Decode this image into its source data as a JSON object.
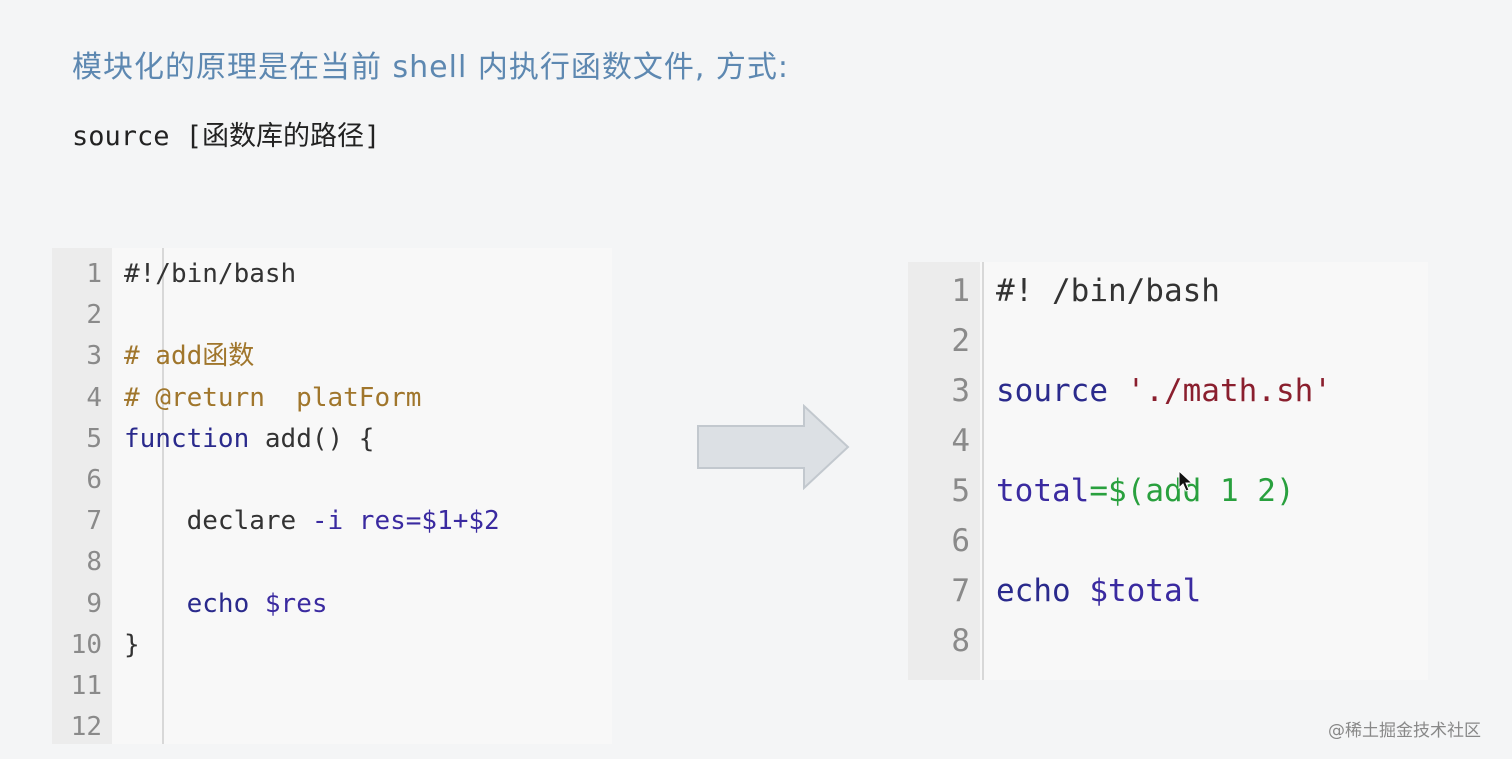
{
  "heading": "模块化的原理是在当前 shell 内执行函数文件, 方式:",
  "subheading": "source [函数库的路径]",
  "left_editor": {
    "lines": [
      {
        "num": "1",
        "segments": [
          {
            "text": "#!/bin/bash",
            "kind": "default"
          }
        ]
      },
      {
        "num": "2",
        "segments": []
      },
      {
        "num": "3",
        "segments": [
          {
            "text": "# add函数",
            "kind": "comment"
          }
        ]
      },
      {
        "num": "4",
        "segments": [
          {
            "text": "# @return  platForm",
            "kind": "comment"
          }
        ]
      },
      {
        "num": "5",
        "segments": [
          {
            "text": "function",
            "kind": "keyword"
          },
          {
            "text": " add() {",
            "kind": "default"
          }
        ]
      },
      {
        "num": "6",
        "segments": []
      },
      {
        "num": "7",
        "segments": [
          {
            "text": "    declare ",
            "kind": "default"
          },
          {
            "text": "-i",
            "kind": "var"
          },
          {
            "text": " res=$1+$2",
            "kind": "var"
          }
        ]
      },
      {
        "num": "8",
        "segments": []
      },
      {
        "num": "9",
        "segments": [
          {
            "text": "    ",
            "kind": "default"
          },
          {
            "text": "echo",
            "kind": "keyword"
          },
          {
            "text": " $res",
            "kind": "var"
          }
        ]
      },
      {
        "num": "10",
        "segments": [
          {
            "text": "}",
            "kind": "default"
          }
        ]
      },
      {
        "num": "11",
        "segments": []
      },
      {
        "num": "12",
        "segments": []
      }
    ]
  },
  "right_editor": {
    "lines": [
      {
        "num": "1",
        "segments": [
          {
            "text": "#! /bin/bash",
            "kind": "default"
          }
        ]
      },
      {
        "num": "2",
        "segments": []
      },
      {
        "num": "3",
        "segments": [
          {
            "text": "source",
            "kind": "keyword"
          },
          {
            "text": " './math.sh'",
            "kind": "string"
          }
        ]
      },
      {
        "num": "4",
        "segments": []
      },
      {
        "num": "5",
        "segments": [
          {
            "text": "total",
            "kind": "var"
          },
          {
            "text": "=$(",
            "kind": "green"
          },
          {
            "text": "add 1 2)",
            "kind": "green"
          }
        ]
      },
      {
        "num": "6",
        "segments": []
      },
      {
        "num": "7",
        "segments": [
          {
            "text": "echo",
            "kind": "keyword"
          },
          {
            "text": " $total",
            "kind": "var"
          }
        ]
      },
      {
        "num": "8",
        "segments": []
      }
    ]
  },
  "arrow_icon": "right-arrow-icon",
  "cursor_icon": "mouse-pointer-icon",
  "watermark": "@稀土掘金技术社区",
  "colors": {
    "heading": "#5d88b1",
    "comment": "#a0762c",
    "keyword": "#2a2a8c",
    "variable": "#3a2aa0",
    "string": "#8a1f2e",
    "green": "#29a03e"
  }
}
